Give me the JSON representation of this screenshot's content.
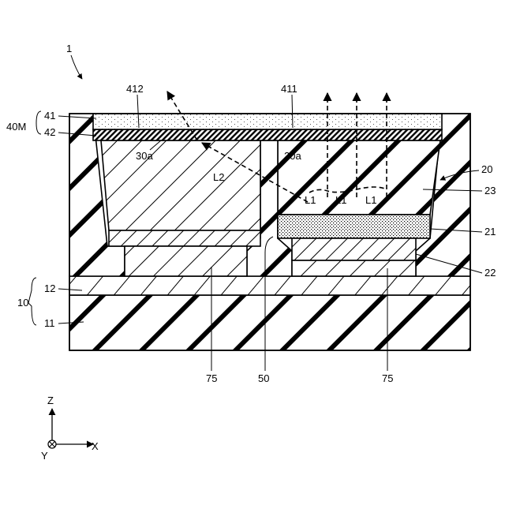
{
  "figure": {
    "number_label": "1",
    "labels": {
      "l_40M": "40M",
      "l_41": "41",
      "l_42": "42",
      "l_412": "412",
      "l_411": "411",
      "l_30a": "30a",
      "l_20a": "20a",
      "l_L2": "L2",
      "l_L1a": "L1",
      "l_L1b": "L1",
      "l_L1c": "L1",
      "l_20": "20",
      "l_23": "23",
      "l_21": "21",
      "l_22": "22",
      "l_10": "10",
      "l_12": "12",
      "l_11": "11",
      "l_75a": "75",
      "l_50": "50",
      "l_75b": "75"
    },
    "axes": {
      "z": "Z",
      "x": "X",
      "y": "Y"
    }
  }
}
